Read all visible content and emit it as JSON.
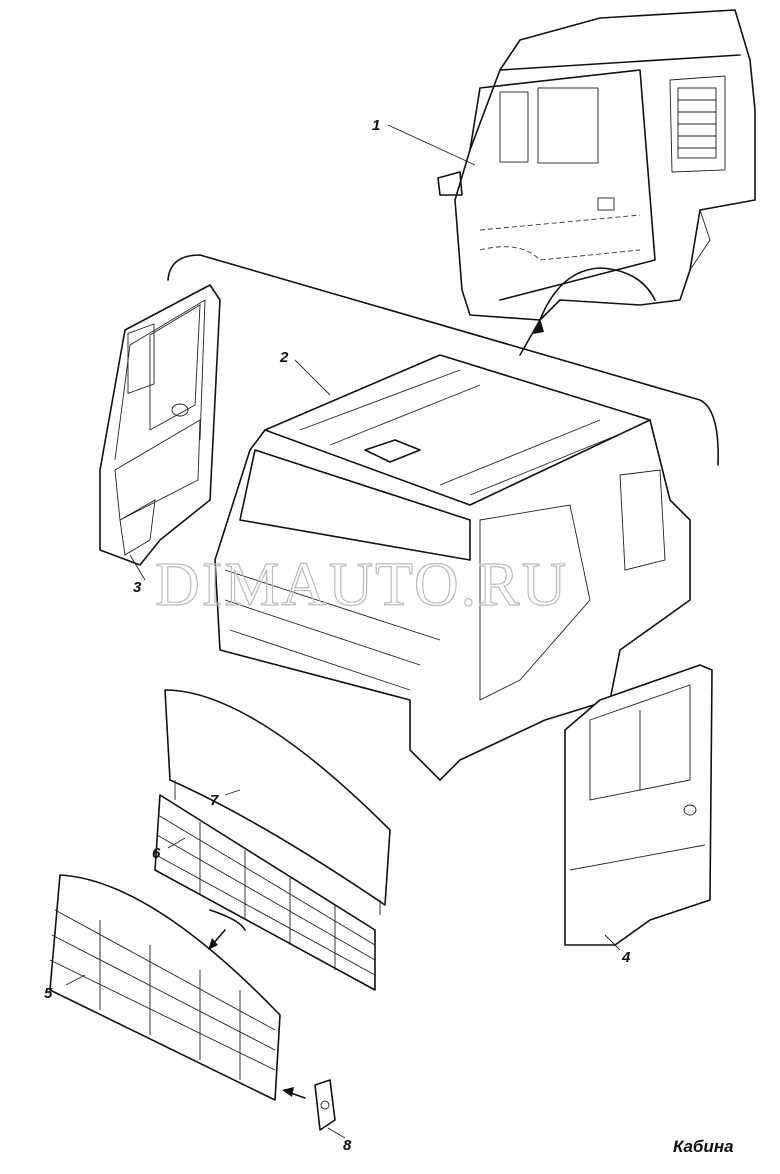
{
  "diagram": {
    "caption": "Кабина",
    "watermark": "DIMAUTO.RU",
    "callouts": [
      "1",
      "2",
      "3",
      "4",
      "5",
      "6",
      "7",
      "8"
    ]
  }
}
